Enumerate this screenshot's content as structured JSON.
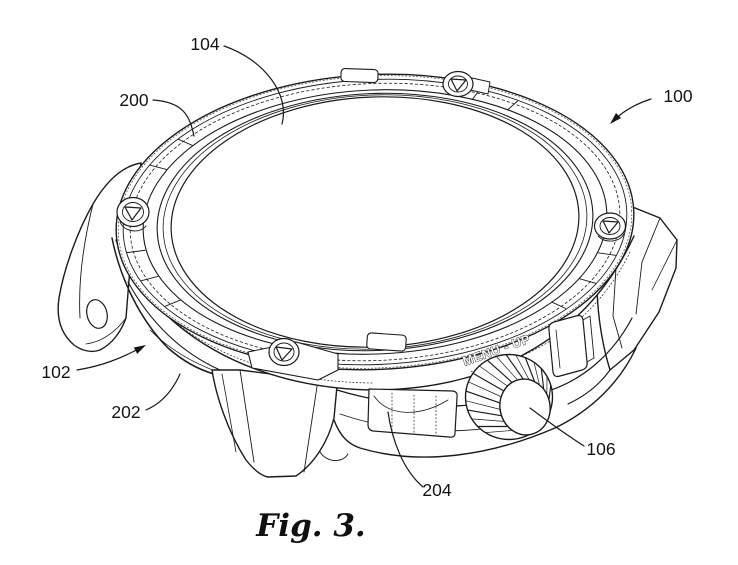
{
  "colors": {
    "ink": "#1b1b1b",
    "paper": "#ffffff"
  },
  "caption": "Fig. 3.",
  "engraving": "MENU - UP",
  "reference_numerals": {
    "overall_device": "100",
    "case": "102",
    "display": "104",
    "crown": "106",
    "bezel": "200",
    "case_side": "202",
    "front_panel": "204"
  }
}
